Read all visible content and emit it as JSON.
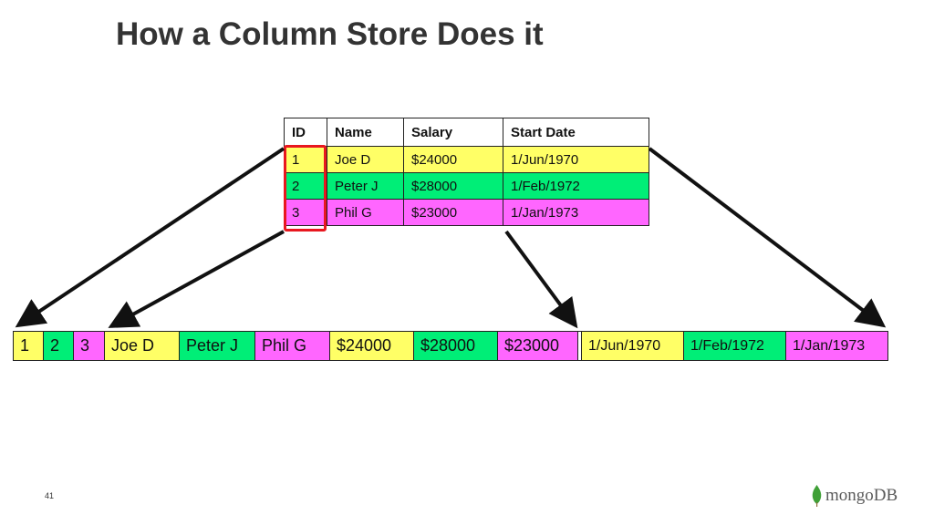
{
  "title": "How a Column Store Does it",
  "row_table": {
    "headers": [
      "ID",
      "Name",
      "Salary",
      "Start Date"
    ],
    "rows": [
      {
        "cells": [
          "1",
          "Joe D",
          "$24000",
          "1/Jun/1970"
        ],
        "color": "#ffff66"
      },
      {
        "cells": [
          "2",
          "Peter J",
          "$28000",
          "1/Feb/1972"
        ],
        "color": "#00ee77"
      },
      {
        "cells": [
          "3",
          "Phil G",
          "$23000",
          "1/Jan/1973"
        ],
        "color": "#ff66ff"
      }
    ]
  },
  "column_strip": {
    "groups": [
      {
        "name": "id",
        "items": [
          {
            "text": "1",
            "color": "#ffff66"
          },
          {
            "text": "2",
            "color": "#00ee77"
          },
          {
            "text": "3",
            "color": "#ff66ff"
          }
        ]
      },
      {
        "name": "name",
        "items": [
          {
            "text": "Joe D",
            "color": "#ffff66"
          },
          {
            "text": "Peter J",
            "color": "#00ee77"
          },
          {
            "text": "Phil G",
            "color": "#ff66ff"
          }
        ]
      },
      {
        "name": "salary",
        "items": [
          {
            "text": "$24000",
            "color": "#ffff66"
          },
          {
            "text": "$28000",
            "color": "#00ee77"
          },
          {
            "text": "$23000",
            "color": "#ff66ff"
          }
        ]
      },
      {
        "name": "start-date",
        "items": [
          {
            "text": "1/Jun/1970",
            "color": "#ffff66"
          },
          {
            "text": "1/Feb/1972",
            "color": "#00ee77"
          },
          {
            "text": "1/Jan/1973",
            "color": "#ff66ff"
          }
        ]
      }
    ]
  },
  "colors": {
    "highlight_border": "#e8171f",
    "arrow": "#111111"
  },
  "page_number": "41",
  "logo": {
    "text": "mongoDB",
    "icon": "leaf-icon",
    "leaf_color": "#3fa037"
  }
}
